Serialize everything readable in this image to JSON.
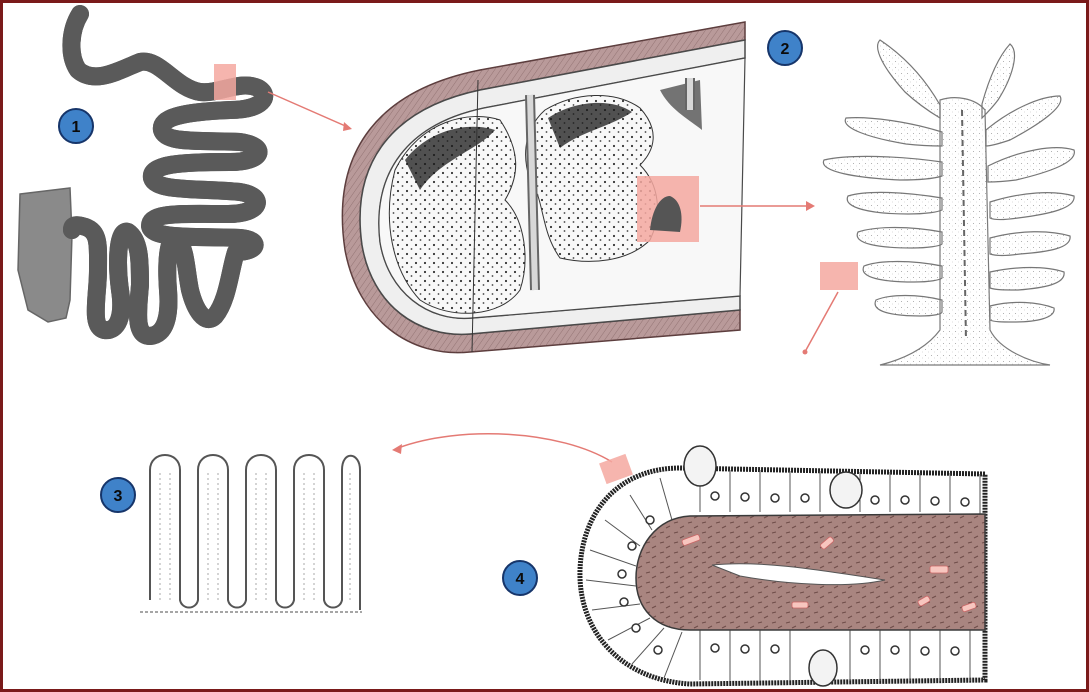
{
  "colors": {
    "frame": "#7a1a1a",
    "intestine": "#9c9c9c",
    "intestine_outline": "#5a5a5a",
    "stomach": "#8a8a8a",
    "highlight": "#f4a8a0",
    "pointer": "#e47a74",
    "badge_fill": "#3f82c9",
    "badge_stroke": "#16356a",
    "wall": "#b99a9a",
    "lamina": "#a67b76",
    "capillary": "#f07060"
  },
  "badges": [
    {
      "label": "1"
    },
    {
      "label": "2"
    },
    {
      "label": "3"
    },
    {
      "label": "4"
    }
  ]
}
